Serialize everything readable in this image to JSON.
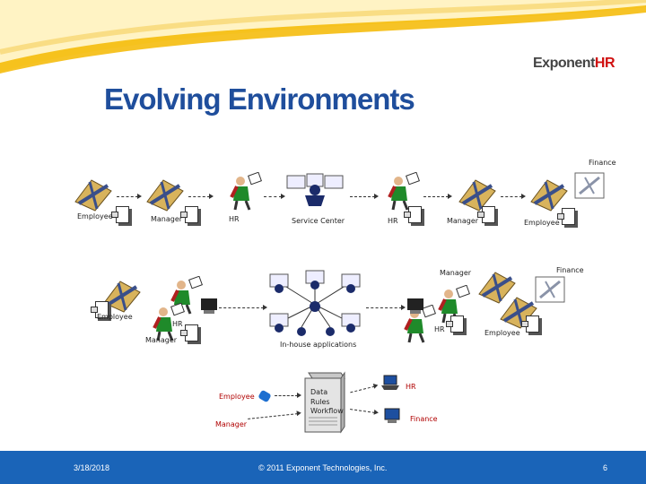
{
  "header": {
    "title": "Evolving Environments",
    "logo_prefix": "Exponent",
    "logo_suffix": "HR"
  },
  "row1": {
    "labels": [
      "Employee",
      "Manager",
      "HR",
      "Service Center",
      "HR",
      "Manager",
      "Employee",
      "Finance"
    ]
  },
  "row2": {
    "labels": [
      "Employee",
      "HR",
      "Manager",
      "In-house applications",
      "Manager",
      "Finance",
      "HR",
      "Employee"
    ]
  },
  "row3": {
    "labels": [
      "Employee",
      "Manager",
      "HR",
      "Finance"
    ],
    "server_lines": [
      "Data",
      "Rules",
      "Workflow"
    ]
  },
  "footer": {
    "date": "3/18/2018",
    "copyright": "© 2011 Exponent Technologies, Inc.",
    "page": "6"
  },
  "colors": {
    "title": "#1f4e9c",
    "footer": "#1a64b8",
    "accent_swoosh": "#f5b800",
    "finance_label": "#b00000"
  }
}
